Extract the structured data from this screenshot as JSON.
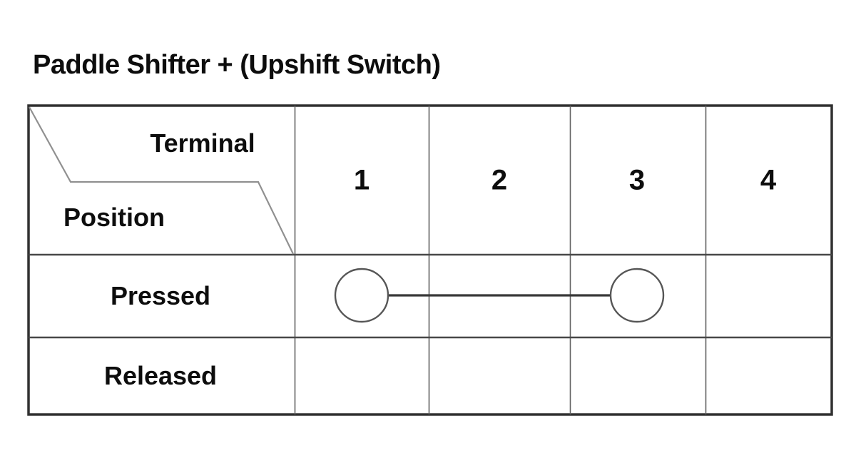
{
  "title": "Paddle Shifter + (Upshift Switch)",
  "table": {
    "corner": {
      "top_label": "Terminal",
      "bottom_label": "Position"
    },
    "terminal_headers": [
      "1",
      "2",
      "3",
      "4"
    ],
    "rows": [
      {
        "label": "Pressed",
        "continuity": {
          "between_terminals": [
            "1",
            "3"
          ]
        }
      },
      {
        "label": "Released",
        "continuity": null
      }
    ]
  },
  "colors": {
    "background": "#ffffff",
    "text": "#0d0d0d",
    "outer_border": "#303030",
    "row_line": "#484848",
    "column_line": "#606060",
    "diagonal_line": "#909090",
    "connector_line": "#383838",
    "circle_stroke": "#565656"
  }
}
